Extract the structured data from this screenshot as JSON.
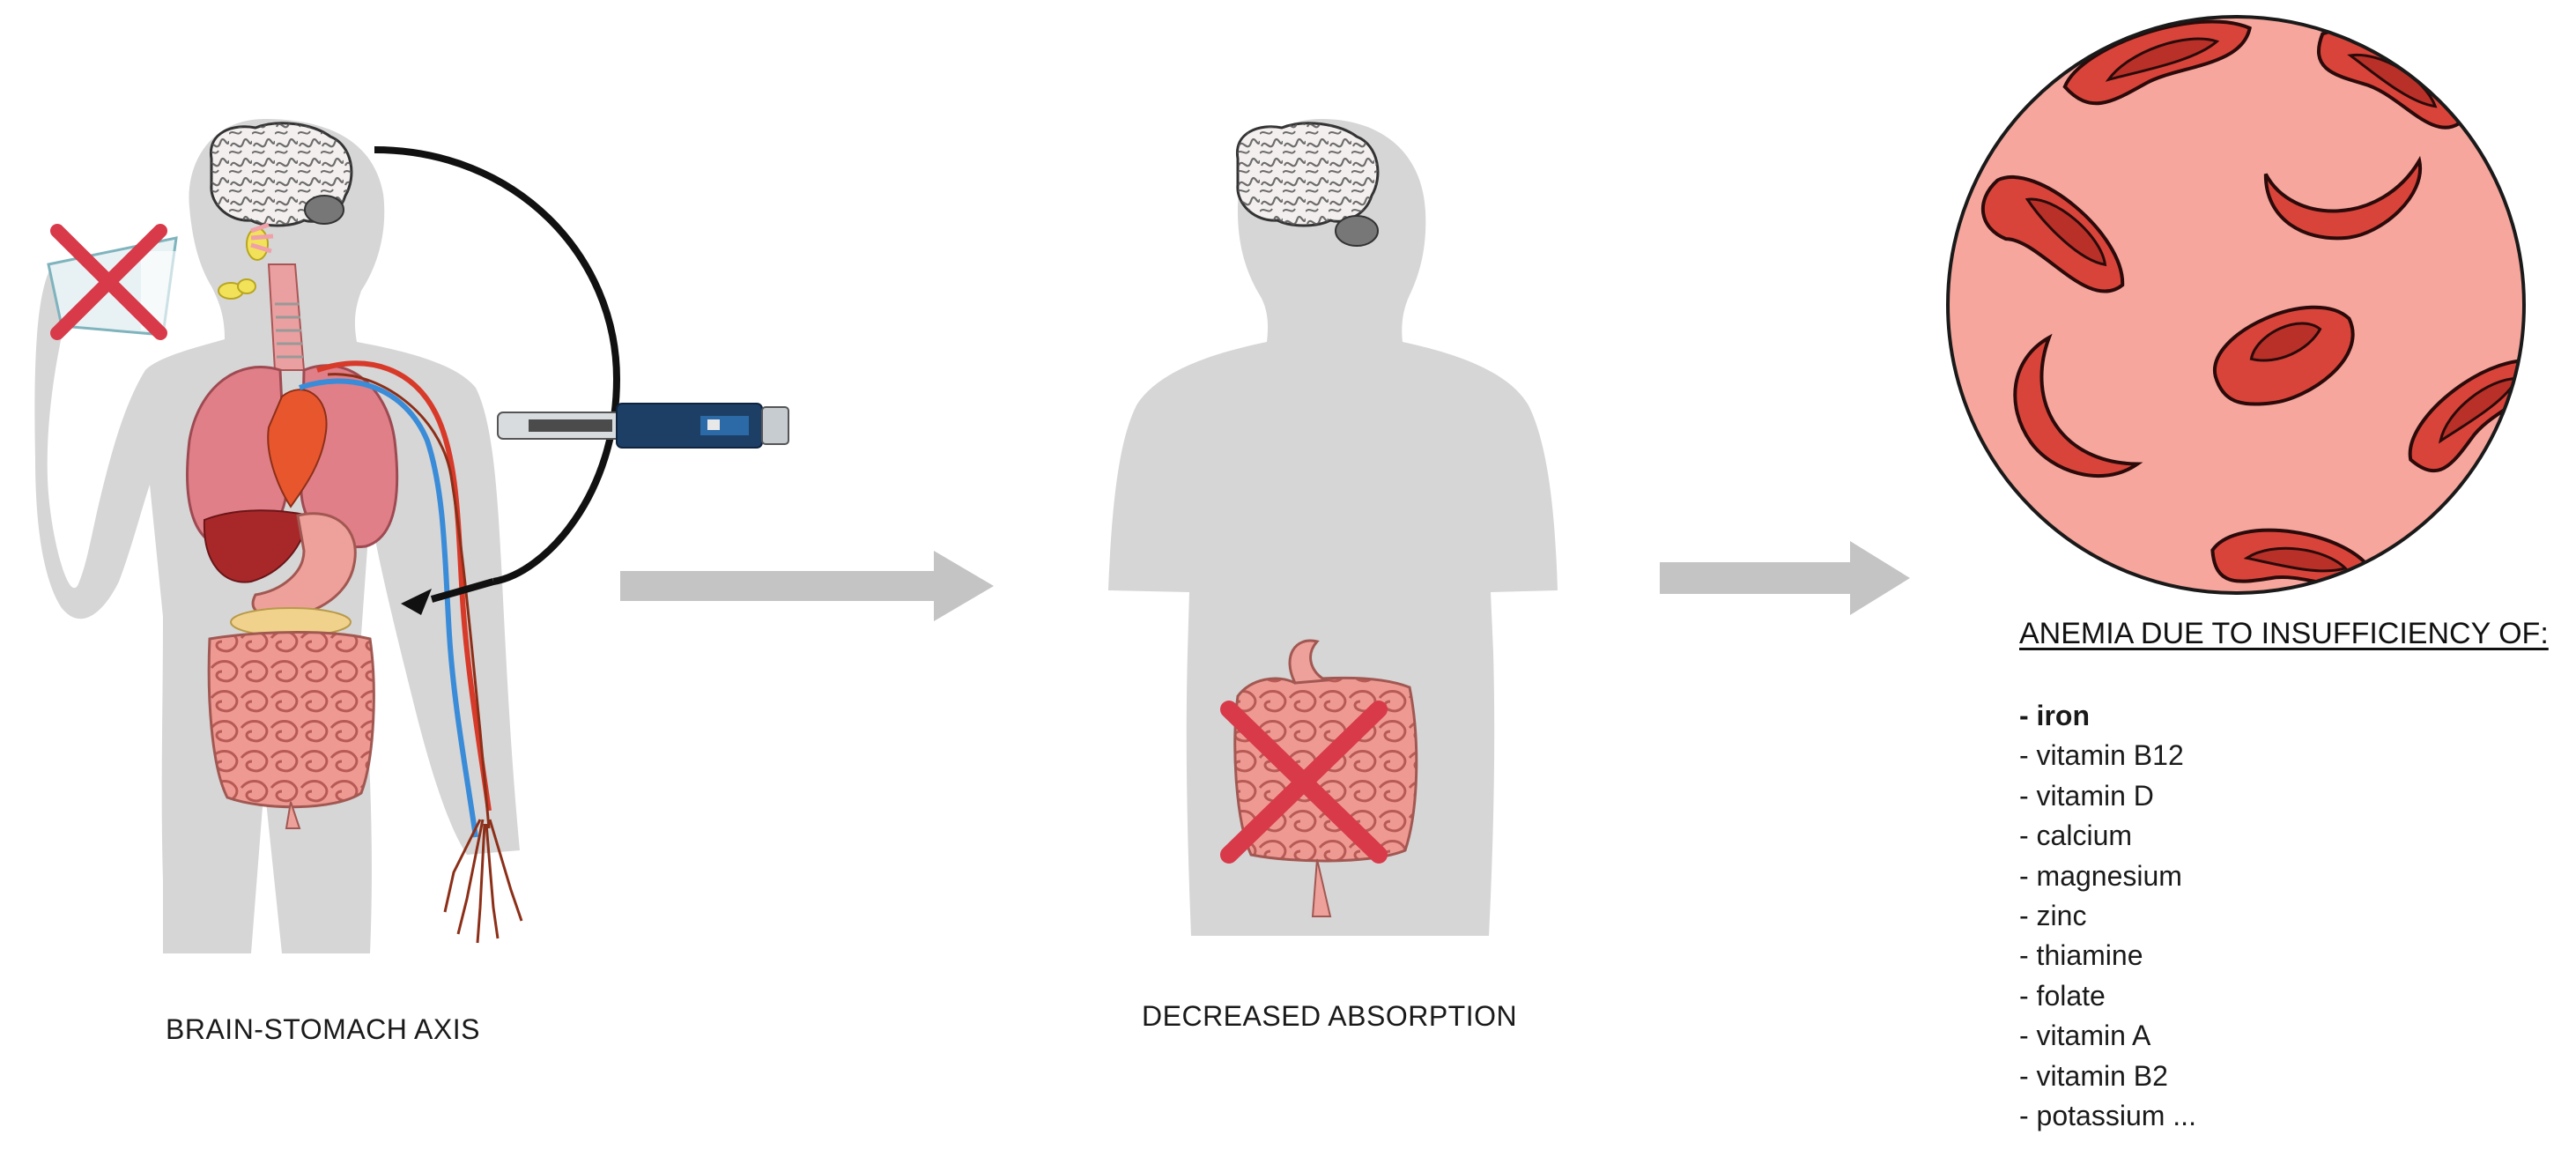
{
  "panels": {
    "brain_stomach_axis": {
      "caption": "BRAIN-STOMACH AXIS"
    },
    "decreased_absorption": {
      "caption": "DECREASED ABSORPTION"
    },
    "anemia": {
      "title": "ANEMIA DUE TO INSUFFICIENCY OF:",
      "nutrients": [
        {
          "label": "- iron",
          "emphasis": true
        },
        {
          "label": "- vitamin B12",
          "emphasis": false
        },
        {
          "label": "- vitamin D",
          "emphasis": false
        },
        {
          "label": "- calcium",
          "emphasis": false
        },
        {
          "label": "- magnesium",
          "emphasis": false
        },
        {
          "label": "- zinc",
          "emphasis": false
        },
        {
          "label": "- thiamine",
          "emphasis": false
        },
        {
          "label": "- folate",
          "emphasis": false
        },
        {
          "label": "- vitamin A",
          "emphasis": false
        },
        {
          "label": "- vitamin B2",
          "emphasis": false
        },
        {
          "label": "- potassium ...",
          "emphasis": false
        }
      ]
    }
  },
  "colors": {
    "silhouette": "#d6d6d6",
    "flow_arrow": "#c4c4c4",
    "cross_mark": "#d83a4a",
    "blood_background": "#f6a69c",
    "red_blood_cell": "#d8443a",
    "organ_pink": "#e58f8f"
  }
}
